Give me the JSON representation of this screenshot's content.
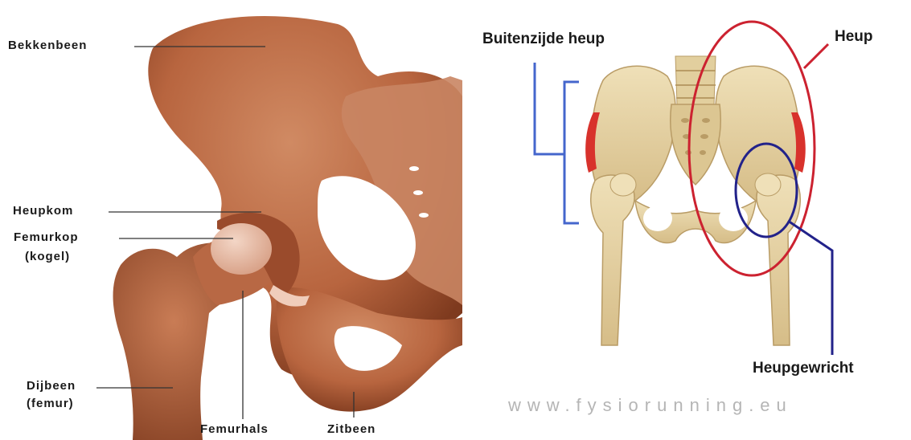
{
  "left_diagram": {
    "labels": {
      "bekkenbeen": "Bekkenbeen",
      "heupkom": "Heupkom",
      "femurkop_line1": "Femurkop",
      "femurkop_line2": "(kogel)",
      "dijbeen_line1": "Dijbeen",
      "dijbeen_line2": "(femur)",
      "femurhals": "Femurhals",
      "zitbeen": "Zitbeen"
    },
    "colors": {
      "bone": "#b8653f",
      "bone_dark": "#8e4526",
      "bone_light": "#d99a74",
      "cartilage": "#e8bfa9",
      "leader_line": "#333333"
    }
  },
  "right_diagram": {
    "labels": {
      "buitenzijde_heup": "Buitenzijde heup",
      "heup": "Heup",
      "heupgewricht": "Heupgewricht"
    },
    "watermark": "www.fysiorunning.eu",
    "colors": {
      "bone": "#e6d3a6",
      "bone_shadow": "#b99c66",
      "muscle": "#d8322c",
      "bracket": "#4466cc",
      "heup_ellipse": "#cc2230",
      "joint_ellipse": "#22228a"
    }
  }
}
